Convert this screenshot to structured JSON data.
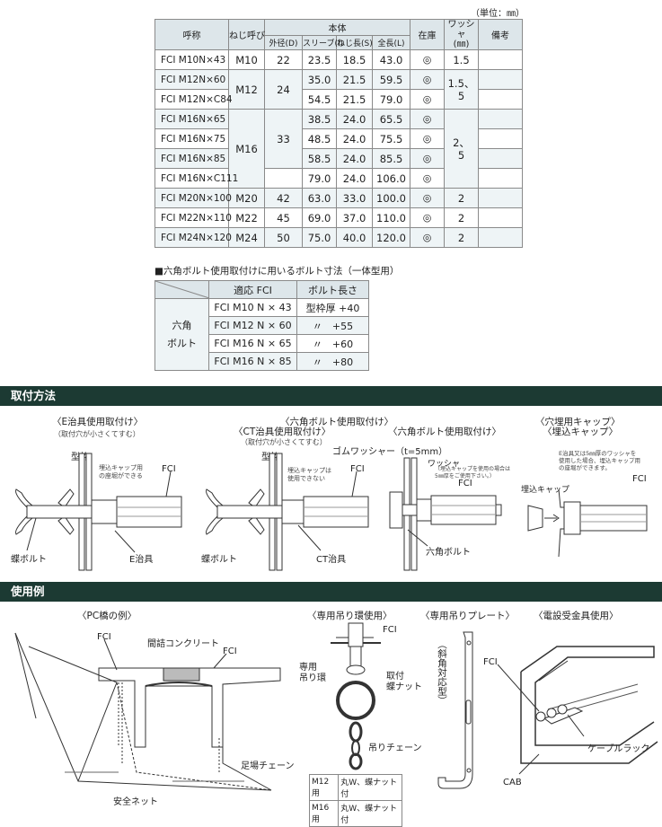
{
  "unit_label": "（単位：㎜）",
  "spec_table": {
    "headers": {
      "name": "呼称",
      "screw": "ねじ呼び",
      "body": "本体",
      "stock": "在庫",
      "washer": "ワッシャ\n(㎜)",
      "remarks": "備考",
      "outer": "外径(D)",
      "sleeve": "スリーブ(l)",
      "thread": "ねじ長(S)",
      "total": "全長(L)"
    },
    "rows": [
      {
        "name": "FCI M10N×43",
        "screw": "M10",
        "outer": "22",
        "sleeve": "23.5",
        "thread": "18.5",
        "total": "43.0",
        "stock": "◎",
        "washer": "1.5"
      },
      {
        "name": "FCI M12N×60",
        "screw": "M12",
        "outer": "24",
        "sleeve": "35.0",
        "thread": "21.5",
        "total": "59.5",
        "stock": "◎",
        "washer": "1.5、\n5"
      },
      {
        "name": "FCI M12N×C84",
        "screw": "",
        "outer": "",
        "sleeve": "54.5",
        "thread": "21.5",
        "total": "79.0",
        "stock": "◎",
        "washer": ""
      },
      {
        "name": "FCI M16N×65",
        "screw": "M16",
        "outer": "33",
        "sleeve": "38.5",
        "thread": "24.0",
        "total": "65.5",
        "stock": "◎",
        "washer": "2、\n5"
      },
      {
        "name": "FCI M16N×75",
        "screw": "",
        "outer": "",
        "sleeve": "48.5",
        "thread": "24.0",
        "total": "75.5",
        "stock": "◎",
        "washer": ""
      },
      {
        "name": "FCI M16N×85",
        "screw": "",
        "outer": "",
        "sleeve": "58.5",
        "thread": "24.0",
        "total": "85.5",
        "stock": "◎",
        "washer": ""
      },
      {
        "name": "FCI M16N×C111",
        "screw": "",
        "outer": "",
        "sleeve": "79.0",
        "thread": "24.0",
        "total": "106.0",
        "stock": "◎",
        "washer": ""
      },
      {
        "name": "FCI M20N×100",
        "screw": "M20",
        "outer": "42",
        "sleeve": "63.0",
        "thread": "33.0",
        "total": "100.0",
        "stock": "◎",
        "washer": "2"
      },
      {
        "name": "FCI M22N×110",
        "screw": "M22",
        "outer": "45",
        "sleeve": "69.0",
        "thread": "37.0",
        "total": "110.0",
        "stock": "◎",
        "washer": "2"
      },
      {
        "name": "FCI M24N×120",
        "screw": "M24",
        "outer": "50",
        "sleeve": "75.0",
        "thread": "40.0",
        "total": "120.0",
        "stock": "◎",
        "washer": "2"
      }
    ]
  },
  "bolt_section": {
    "title": "■六角ボルト使用取付けに用いるボルト寸法（一体型用）",
    "header_fci": "適応 FCI",
    "header_length": "ボルト長さ",
    "row_label": "六角\nボルト",
    "rows": [
      {
        "fci": "FCI M10 N × 43",
        "length": "型枠厚 +40"
      },
      {
        "fci": "FCI M12 N × 60",
        "length": "〃　+55"
      },
      {
        "fci": "FCI M16 N × 65",
        "length": "〃　+60"
      },
      {
        "fci": "FCI M16 N × 85",
        "length": "〃　+80"
      }
    ]
  },
  "install": {
    "bar_title": "取付方法",
    "e_tool": {
      "title": "〈E治具使用取付け〉",
      "note": "（取付穴が小さくてすむ）",
      "formwork": "型枠",
      "cap_note": "埋込キャップ用\nの座堀ができる",
      "fci": "FCI",
      "wingbolt": "蝶ボルト",
      "tool": "E治具"
    },
    "ct_tool": {
      "title1": "〈六角ボルト使用取付け〉",
      "title2": "〈CT治具使用取付け〉",
      "note": "（取付穴が小さくてすむ）",
      "formwork": "型枠",
      "cap_note": "埋込キャップは\n使用できない",
      "fci": "FCI",
      "wingbolt": "蝶ボルト",
      "tool": "CT治具"
    },
    "hex": {
      "title": "〈六角ボルト使用取付け〉",
      "rubber": "ゴムワッシャー（t=5mm）",
      "washer": "ワッシャ",
      "washer_note": "（埋込キャップを使用の場合は\n5㎜厚をご使用下さい。）",
      "fci": "FCI",
      "bolt": "六角ボルト"
    },
    "cap": {
      "title1": "〈穴埋用キャップ〉",
      "title2": "〈埋込キャップ〉",
      "note": "E治具又は5㎜厚のワッシャを\n使用した場合、埋込キャップ用\nの座堀ができます。",
      "cap": "埋込キャップ",
      "fci": "FCI"
    }
  },
  "usage": {
    "bar_title": "使用例",
    "pc": {
      "title": "〈PC橋の例〉",
      "fci1": "FCI",
      "fci2": "FCI",
      "concrete": "間詰コンクリート",
      "chain": "足場チェーン",
      "net": "安全ネット"
    },
    "ring": {
      "title": "〈専用吊り環使用〉",
      "fci": "FCI",
      "ring": "専用\n吊り環",
      "nut": "取付\n蝶ナット",
      "chain": "吊りチェーン",
      "m12": "M12用",
      "m12v": "丸W、蝶ナット付",
      "m16": "M16用",
      "m16v": "丸W、蝶ナット付"
    },
    "plate": {
      "title": "〈専用吊りプレート〉",
      "vertical": "（斜角対応型）"
    },
    "cable": {
      "title": "〈電設受金具使用〉",
      "fci": "FCI",
      "rack": "ケーブルラック",
      "cab": "CAB"
    }
  }
}
